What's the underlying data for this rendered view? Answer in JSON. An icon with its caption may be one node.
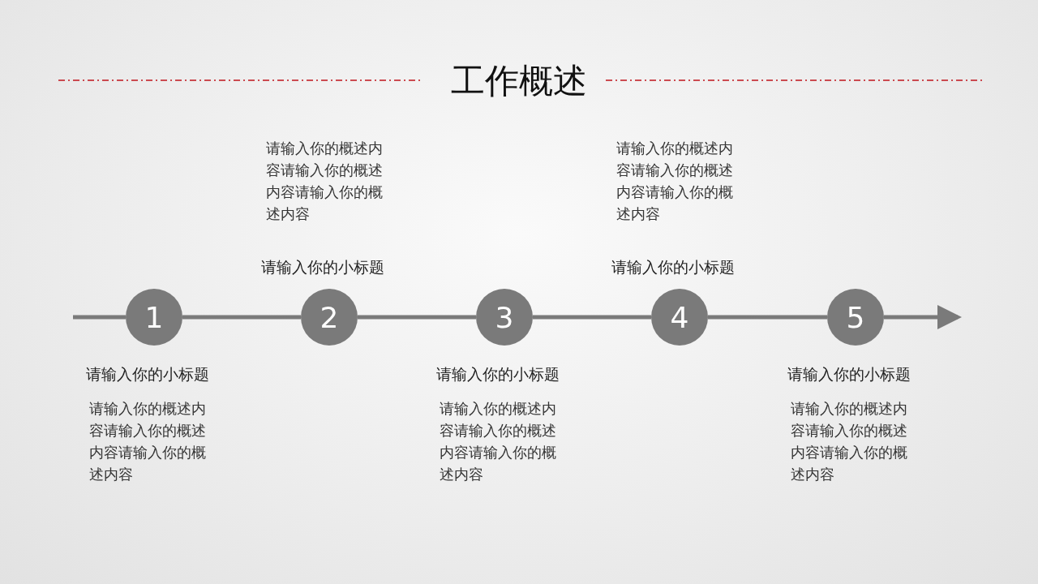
{
  "diagram": {
    "title": "工作概述",
    "nodes": [
      {
        "text": [
          "1"
        ],
        "beside": [
          "请输入你的小标题",
          "请输入你的概述内容请输入你的概述内容请输入你的概述内容"
        ]
      },
      {
        "text": [
          "2"
        ],
        "beside": [
          "请输入你的概述内容请输入你的概述内容请输入你的概述内容",
          "请输入你的小标题"
        ]
      },
      {
        "text": [
          "3"
        ],
        "beside": [
          "请输入你的小标题",
          "请输入你的概述内容请输入你的概述内容请输入你的概述内容"
        ]
      },
      {
        "text": [
          "4"
        ],
        "beside": [
          "请输入你的概述内容请输入你的概述内容请输入你的概述内容",
          "请输入你的小标题"
        ]
      },
      {
        "text": [
          "5"
        ],
        "beside": [
          "请输入你的小标题",
          "请输入你的概述内容请输入你的概述内容请输入你的概述内容"
        ]
      }
    ],
    "edges": [
      {
        "from": null,
        "to": 0,
        "arrow": "none"
      },
      {
        "from": 0,
        "to": 1,
        "arrow": "none"
      },
      {
        "from": 1,
        "to": 2,
        "arrow": "none"
      },
      {
        "from": 2,
        "to": 3,
        "arrow": "none"
      },
      {
        "from": 3,
        "to": 4,
        "arrow": "none"
      },
      {
        "from": 4,
        "to": null,
        "arrow": "to"
      }
    ]
  }
}
